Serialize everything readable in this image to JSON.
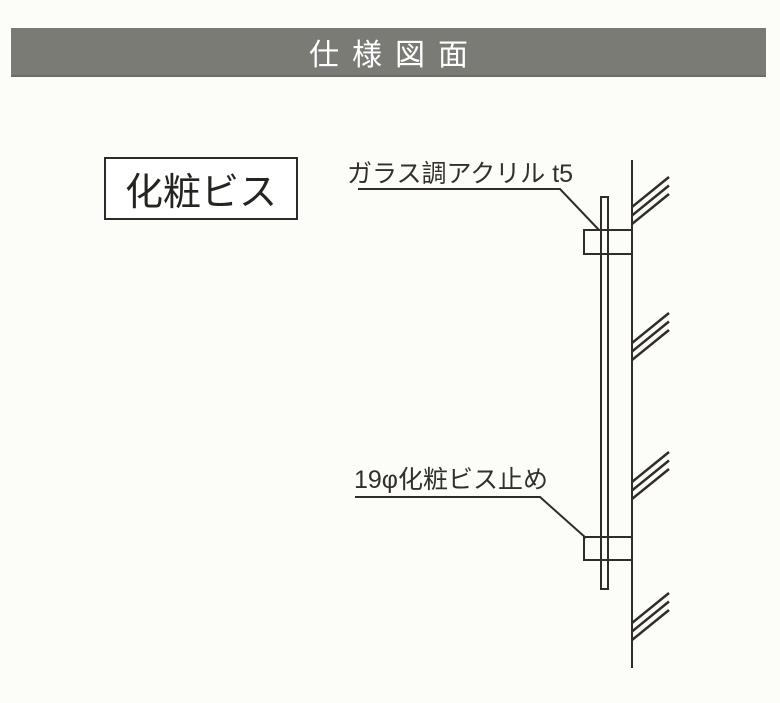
{
  "header": {
    "title": "仕様図面",
    "bar_color": "#7b7b76",
    "text_color": "#ffffff"
  },
  "legend": {
    "label": "化粧ビス"
  },
  "annotations": {
    "acrylic_panel": "ガラス調アクリル t5",
    "screw_fixing": "19φ化粧ビス止め"
  },
  "drawing": {
    "line_color": "#302c27"
  }
}
